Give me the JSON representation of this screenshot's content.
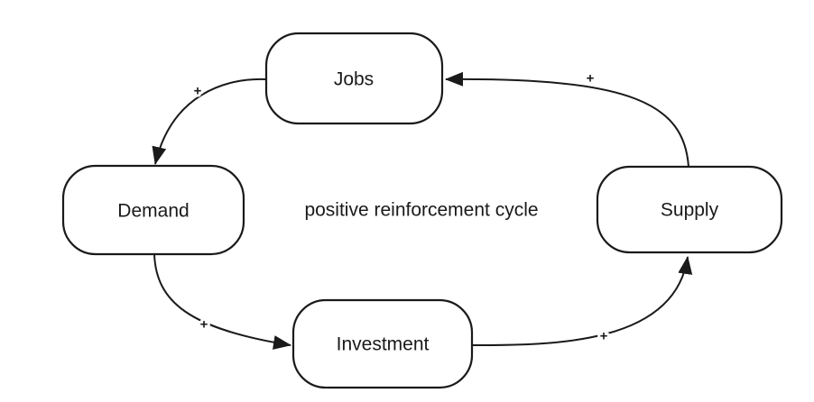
{
  "colors": {
    "ink": "#1a1a1a",
    "node_fill": "#ffffff",
    "background": "#ffffff"
  },
  "diagram": {
    "type": "causal-loop-diagram",
    "center_label": "positive reinforcement cycle",
    "nodes": {
      "jobs": {
        "label": "Jobs"
      },
      "demand": {
        "label": "Demand"
      },
      "investment": {
        "label": "Investment"
      },
      "supply": {
        "label": "Supply"
      }
    },
    "edges": [
      {
        "from": "Jobs",
        "to": "Demand",
        "sign": "+"
      },
      {
        "from": "Supply",
        "to": "Jobs",
        "sign": "+"
      },
      {
        "from": "Demand",
        "to": "Investment",
        "sign": "+"
      },
      {
        "from": "Investment",
        "to": "Supply",
        "sign": "+"
      }
    ]
  }
}
